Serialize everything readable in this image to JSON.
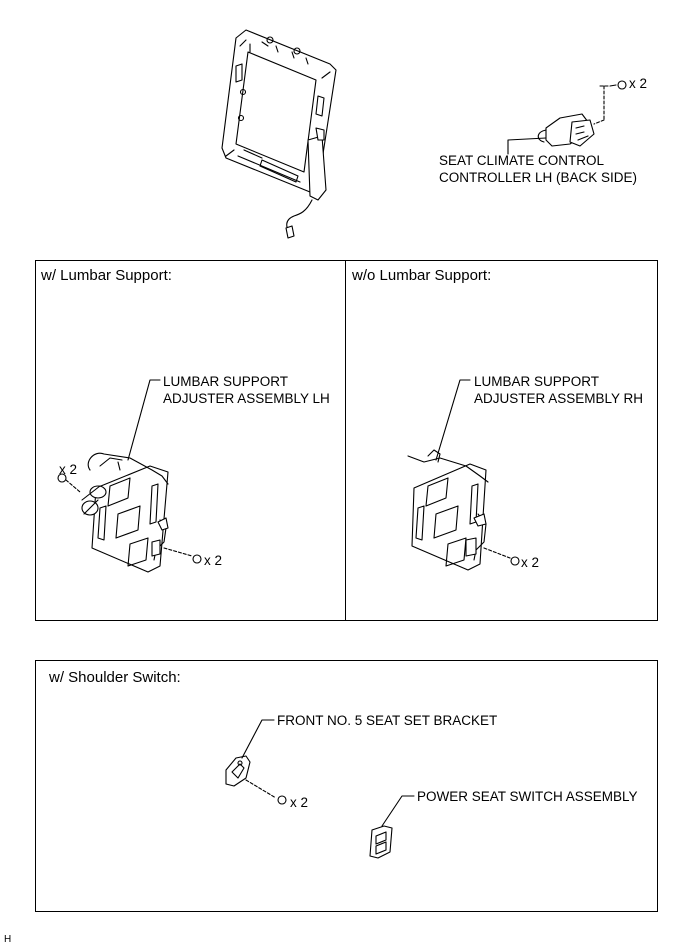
{
  "top": {
    "x2_label": "x 2",
    "controller_label_line1": "SEAT CLIMATE CONTROL",
    "controller_label_line2": "CONTROLLER LH (BACK SIDE)"
  },
  "lumbar_lh_panel": {
    "title": "w/ Lumbar Support:",
    "label_line1": "LUMBAR SUPPORT",
    "label_line2": "ADJUSTER ASSEMBLY LH",
    "x2_left": "x 2",
    "x2_bottom": "x 2"
  },
  "lumbar_rh_panel": {
    "title": "w/o Lumbar Support:",
    "label_line1": "LUMBAR SUPPORT",
    "label_line2": "ADJUSTER ASSEMBLY RH",
    "x2_bottom": "x 2"
  },
  "shoulder_panel": {
    "title": "w/ Shoulder Switch:",
    "bracket_label": "FRONT NO. 5 SEAT SET BRACKET",
    "switch_label": "POWER SEAT SWITCH ASSEMBLY",
    "x2_label": "x 2"
  },
  "figure_code": "H"
}
